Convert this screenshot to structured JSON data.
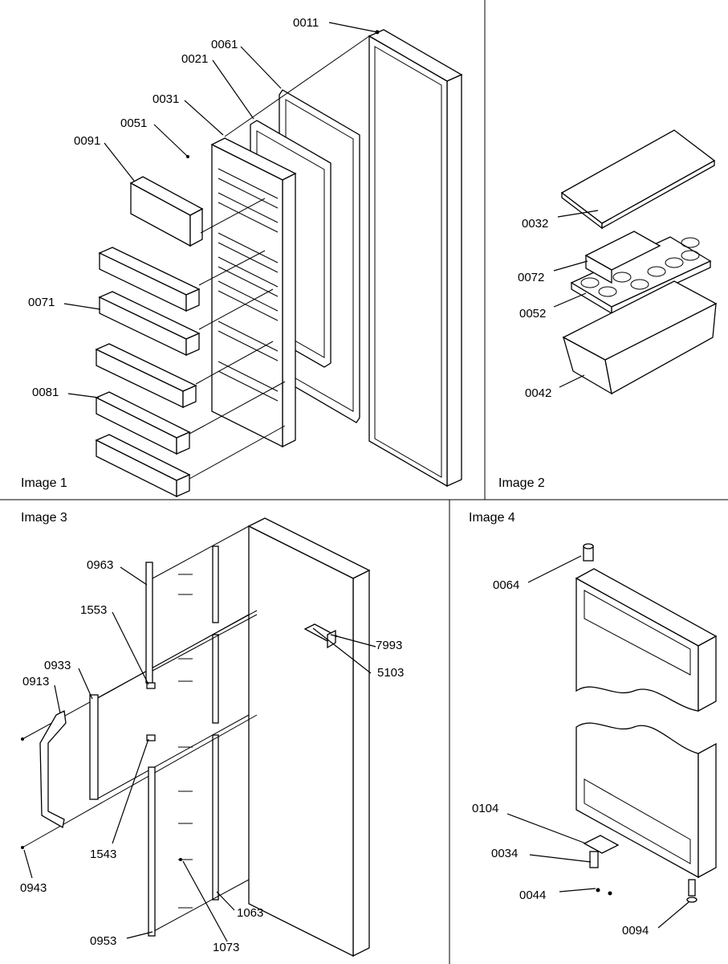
{
  "panels": {
    "image1": {
      "title": "Image 1"
    },
    "image2": {
      "title": "Image 2"
    },
    "image3": {
      "title": "Image 3"
    },
    "image4": {
      "title": "Image 4"
    }
  },
  "callouts": {
    "image1": [
      "0011",
      "0061",
      "0021",
      "0031",
      "0051",
      "0091",
      "0071",
      "0081"
    ],
    "image2": [
      "0032",
      "0072",
      "0052",
      "0042"
    ],
    "image3": [
      "0963",
      "1553",
      "0933",
      "0913",
      "0943",
      "1543",
      "0953",
      "1073",
      "1063",
      "7993",
      "5103"
    ],
    "image4": [
      "0064",
      "0104",
      "0034",
      "0044",
      "0094"
    ]
  }
}
